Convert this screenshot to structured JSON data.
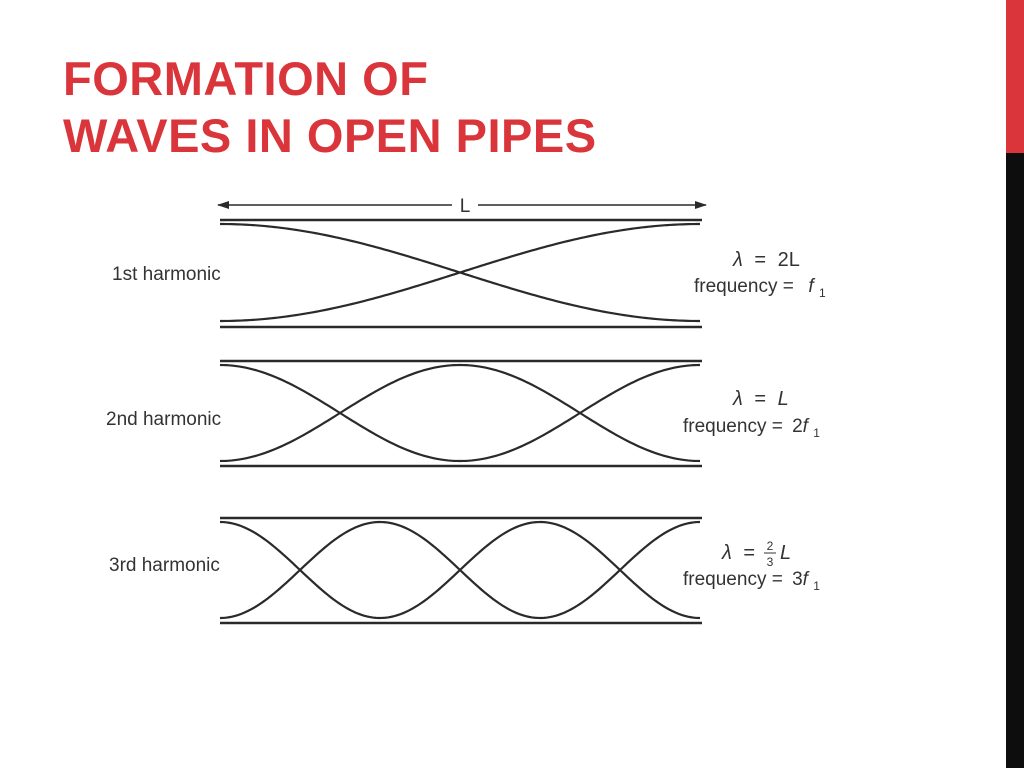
{
  "title": {
    "line1": "FORMATION OF",
    "line2": "WAVES IN OPEN PIPES"
  },
  "colors": {
    "accent": "#d9353b",
    "sidebar_dark": "#0d0d0d",
    "line": "#2a2a2a"
  },
  "length_label": "L",
  "harmonics": [
    {
      "label": "1st harmonic",
      "n": 1,
      "lambda_symbol": "λ",
      "equals": "=",
      "lambda_value": "2L",
      "frequency_prefix": "frequency = ",
      "frequency_coef": "",
      "frequency_symbol": "f",
      "frequency_subscript": "1"
    },
    {
      "label": "2nd harmonic",
      "n": 2,
      "lambda_symbol": "λ",
      "equals": "=",
      "lambda_value": "L",
      "frequency_prefix": "frequency = ",
      "frequency_coef": "2",
      "frequency_symbol": "f",
      "frequency_subscript": "1"
    },
    {
      "label": "3rd harmonic",
      "n": 3,
      "lambda_symbol": "λ",
      "equals": "=",
      "lambda_frac_num": "2",
      "lambda_frac_den": "3",
      "lambda_value": "L",
      "frequency_prefix": "frequency = ",
      "frequency_coef": "3",
      "frequency_symbol": "f",
      "frequency_subscript": "1"
    }
  ]
}
